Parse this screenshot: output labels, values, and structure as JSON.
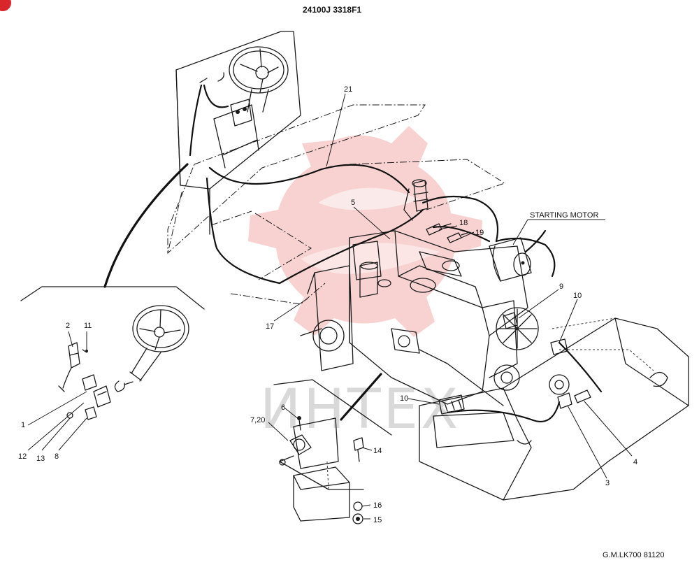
{
  "header": {
    "part_number": "24100J 3318F1"
  },
  "footer": {
    "drawing_code": "G.M.LK700 81120"
  },
  "watermark": {
    "text": "ИНТЕХ",
    "color": "#f4b8b8"
  },
  "callouts": {
    "c1": "1",
    "c2": "2",
    "c3": "3",
    "c4": "4",
    "c5": "5",
    "c6": "6",
    "c7_20": "7,20",
    "c8": "8",
    "c9": "9",
    "c10a": "10",
    "c10b": "10",
    "c11": "11",
    "c12": "12",
    "c13": "13",
    "c14": "14",
    "c15": "15",
    "c16": "16",
    "c17": "17",
    "c18": "18",
    "c19": "19",
    "c21": "21"
  },
  "annotations": {
    "starting_motor": "STARTING MOTOR"
  },
  "colors": {
    "line": "#1a1a1a",
    "background": "#ffffff",
    "corner_badge": "#d9262b"
  }
}
